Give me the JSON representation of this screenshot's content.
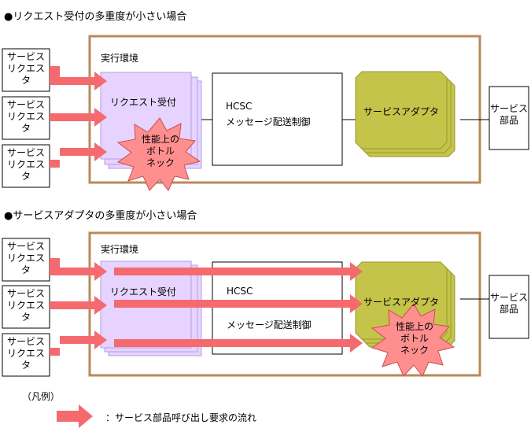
{
  "section1": {
    "heading": "●リクエスト受付の多重度が小さい場合",
    "env_label": "実行環境",
    "requesters": [
      "サービス\nリクエス\nタ",
      "サービス\nリクエス\nタ",
      "サービス\nリクエス\nタ"
    ],
    "reception": "リクエスト受付",
    "hcsc_line1": "HCSC",
    "hcsc_line2": "メッセージ配送制御",
    "adapter": "サービスアダプタ",
    "parts": "サービス\n部品",
    "bottleneck": "性能上の\nボトル\nネック"
  },
  "section2": {
    "heading": "●サービスアダプタの多重度が小さい場合",
    "env_label": "実行環境",
    "requesters": [
      "サービス\nリクエス\nタ",
      "サービス\nリクエス\nタ",
      "サービス\nリクエス\nタ"
    ],
    "reception": "リクエスト受付",
    "hcsc_line1": "HCSC",
    "hcsc_line2": "メッセージ配送制御",
    "adapter": "サービスアダプタ",
    "parts": "サービス\n部品",
    "bottleneck": "性能上の\nボトル\nネック"
  },
  "legend": {
    "title": "（凡例）",
    "arrow_label": "：サービス部品呼び出し要求の流れ"
  },
  "colors": {
    "arrow": "#f56a6e",
    "env_border": "#b98a5a",
    "reception_fill": "#e6d3ff",
    "reception_border": "#b59ee0",
    "adapter_fill": "#c4c44a",
    "adapter_border": "#9a9a2c",
    "bottleneck_fill": "#ff8f8f"
  }
}
